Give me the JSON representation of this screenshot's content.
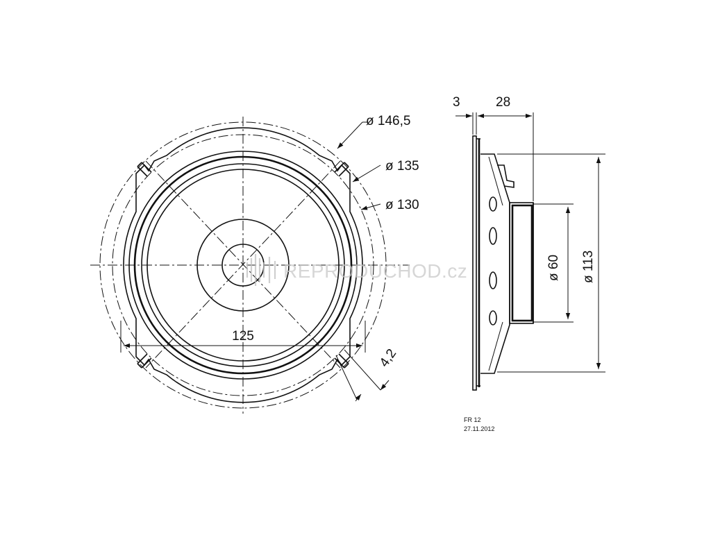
{
  "front_view": {
    "dims": {
      "d146": "ø 146,5",
      "d135": "ø 135",
      "d130": "ø 130",
      "d125": "125",
      "d42": "4,2"
    }
  },
  "side_view": {
    "dims": {
      "d3": "3",
      "d28": "28",
      "d60": "ø 60",
      "d113": "ø 113"
    }
  },
  "title_block": {
    "model": "FR 12",
    "date": "27.11.2012"
  },
  "watermark": {
    "text": "REPRODUCHOD.cz"
  }
}
